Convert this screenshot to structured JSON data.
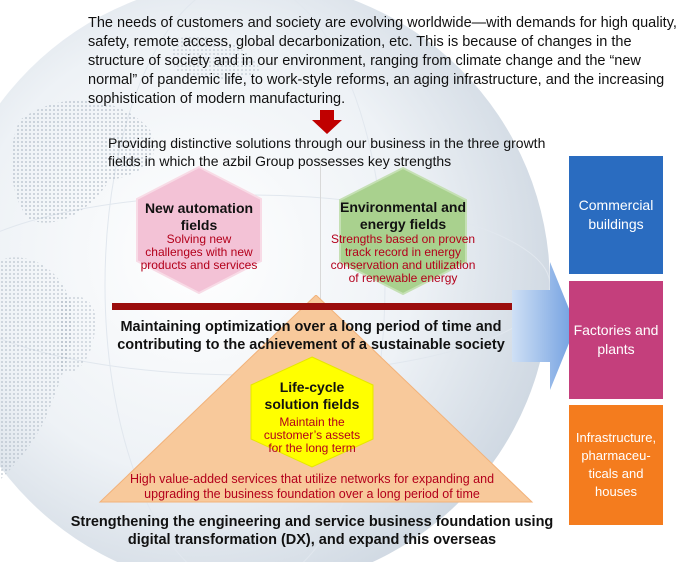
{
  "intro": {
    "text": "The needs of customers and society are evolving worldwide—with demands for high quality, safety, remote access, global decarbonization, etc. This is because of changes in the structure of society and in our environment, ranging from climate change and the “new normal” of pandemic life, to work-style reforms, an aging infrastructure, and the increasing sophistication of modern manufacturing."
  },
  "providing": {
    "text": "Providing distinctive solutions through our business in the three growth fields in which the azbil Group possesses key strengths"
  },
  "fields": {
    "new_automation": {
      "title": "New automation fields",
      "desc": "Solving new challenges with new products and services",
      "color": "#f3c2d6"
    },
    "environmental": {
      "title": "Environmental and energy fields",
      "desc": "Strengths based on proven track record in energy conservation and utilization of renewable energy",
      "color": "#a9d18e"
    },
    "lifecycle": {
      "title": "Life-cycle solution fields",
      "desc": "Maintain the customer’s assets for the long term",
      "color": "#ffff00"
    }
  },
  "maintain": {
    "text": "Maintaining optimization over a long period of time and contributing to the achievement of a sustainable society"
  },
  "lifecycle_services": {
    "text": "High value-added services that utilize networks for expanding and upgrading the business foundation over a long period of time"
  },
  "strengthening": {
    "text": "Strengthening the engineering and service business foundation using digital transformation (DX), and expand this overseas"
  },
  "markets": [
    {
      "label": "Commercial buildings",
      "color": "#2a6cc0"
    },
    {
      "label": "Factories and plants",
      "color": "#c43f7c"
    },
    {
      "label": "Infrastructure, pharmaceu-ticals and houses",
      "color": "#f47c1e"
    }
  ],
  "colors": {
    "red_bar": "#9b0d0d",
    "triangle": "#f8c99b",
    "arrow": "#8fb3e6",
    "down_arrow": "#c00000"
  }
}
